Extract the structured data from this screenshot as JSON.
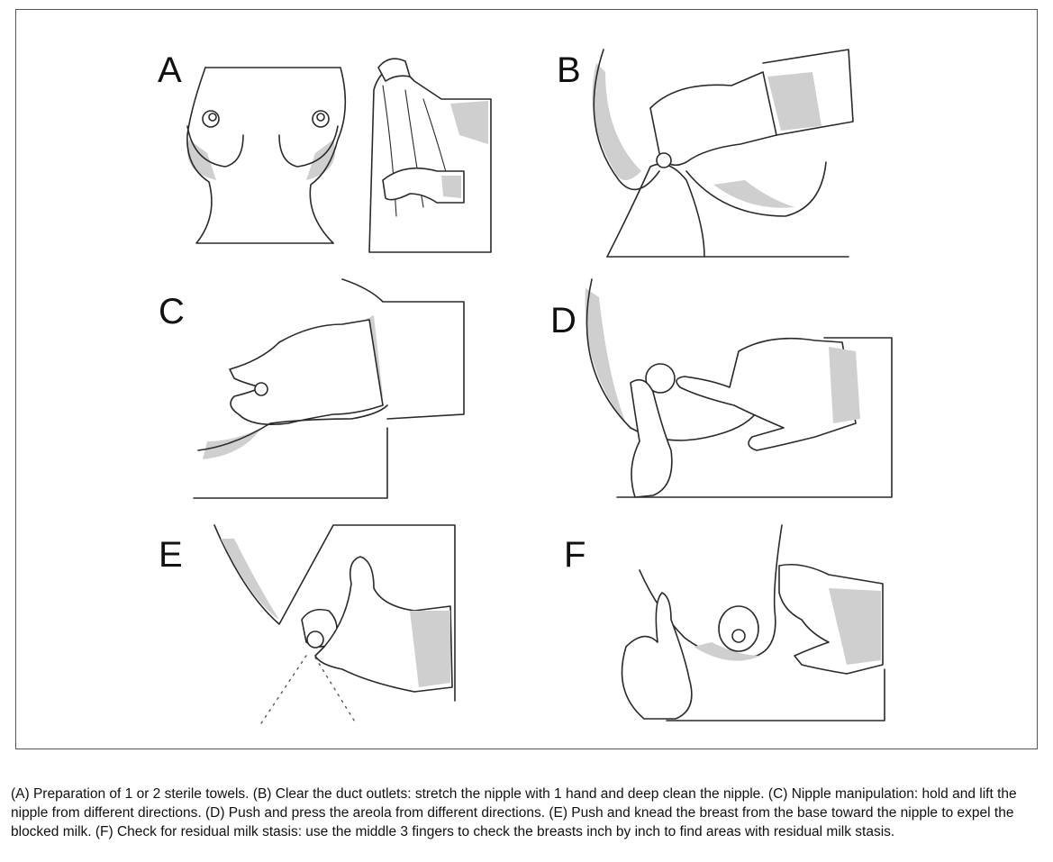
{
  "panels": [
    {
      "letter": "A"
    },
    {
      "letter": "B"
    },
    {
      "letter": "C"
    },
    {
      "letter": "D"
    },
    {
      "letter": "E"
    },
    {
      "letter": "F"
    }
  ],
  "caption": "(A) Preparation of 1 or 2 sterile towels. (B) Clear the duct outlets: stretch the nipple with 1 hand and deep clean the nipple. (C) Nipple manipulation: hold and lift the nipple from different directions. (D) Push and press the areola from different directions. (E) Push and knead the breast from the base toward the nipple to expel the blocked milk. (F) Check for residual milk stasis: use the middle 3 fingers to check the breasts inch by inch to find areas with residual milk stasis."
}
